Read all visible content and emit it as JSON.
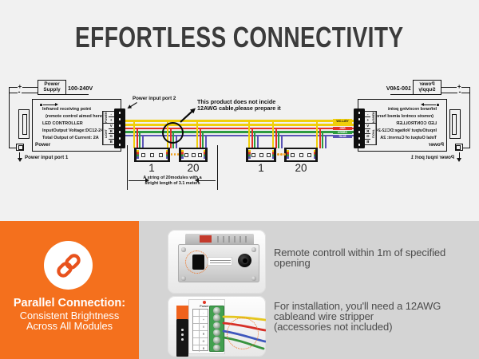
{
  "title": "EFFORTLESS CONNECTIVITY",
  "diagram": {
    "power_supply": {
      "line1": "Power",
      "line2": "Supply",
      "voltage": "100-240V",
      "plus": "+",
      "minus": "-"
    },
    "controller": {
      "info_lines": [
        "Infrared receiving point",
        "(remote control aimed here)",
        "LED CONTROLLER",
        "InputOutput Voltage:DC12-24V",
        "Total Output of Current: 2A"
      ],
      "power_label": "Power"
    },
    "pin_table": {
      "power_group": "POWER",
      "light_group": "LIGHT",
      "power_pins": [
        "-",
        "+"
      ],
      "light_pins": [
        "V",
        "R",
        "G",
        "B"
      ]
    },
    "port1_label": "Power input port 1",
    "port2_label": "Power input port 2",
    "cable_note": {
      "line1": "This product does not incide",
      "line2": "12AWG cable,please prepare it"
    },
    "module_first": "1",
    "module_last": "20",
    "string_note": {
      "line1": "A string of 20modules with a",
      "line2": "stright length of 3.1 meters"
    },
    "wire_labels": {
      "yellow": "YELLOW",
      "red": "RED",
      "green": "GREEN",
      "blue": "BLUE"
    },
    "colors": {
      "yellow": "#f0cf0a",
      "red": "#e23128",
      "green": "#2d9a40",
      "blue": "#5b54b6"
    }
  },
  "bottom": {
    "panel": {
      "title": "Parallel Connection:",
      "line1": "Consistent Brightness",
      "line2": "Across All Modules",
      "bg": "#f4701d",
      "accent": "#e8521d"
    },
    "photo2": {
      "power_label": "Power",
      "pins": [
        "-",
        "+",
        "V",
        "R",
        "G",
        "B"
      ]
    },
    "callout1": {
      "line1": "Remote controll within 1m of specified",
      "line2": "opening"
    },
    "callout2": {
      "line1": "For installation, you'll need a 12AWG",
      "line2": "cableand wire stripper",
      "line3": "(accessories not included)"
    }
  }
}
